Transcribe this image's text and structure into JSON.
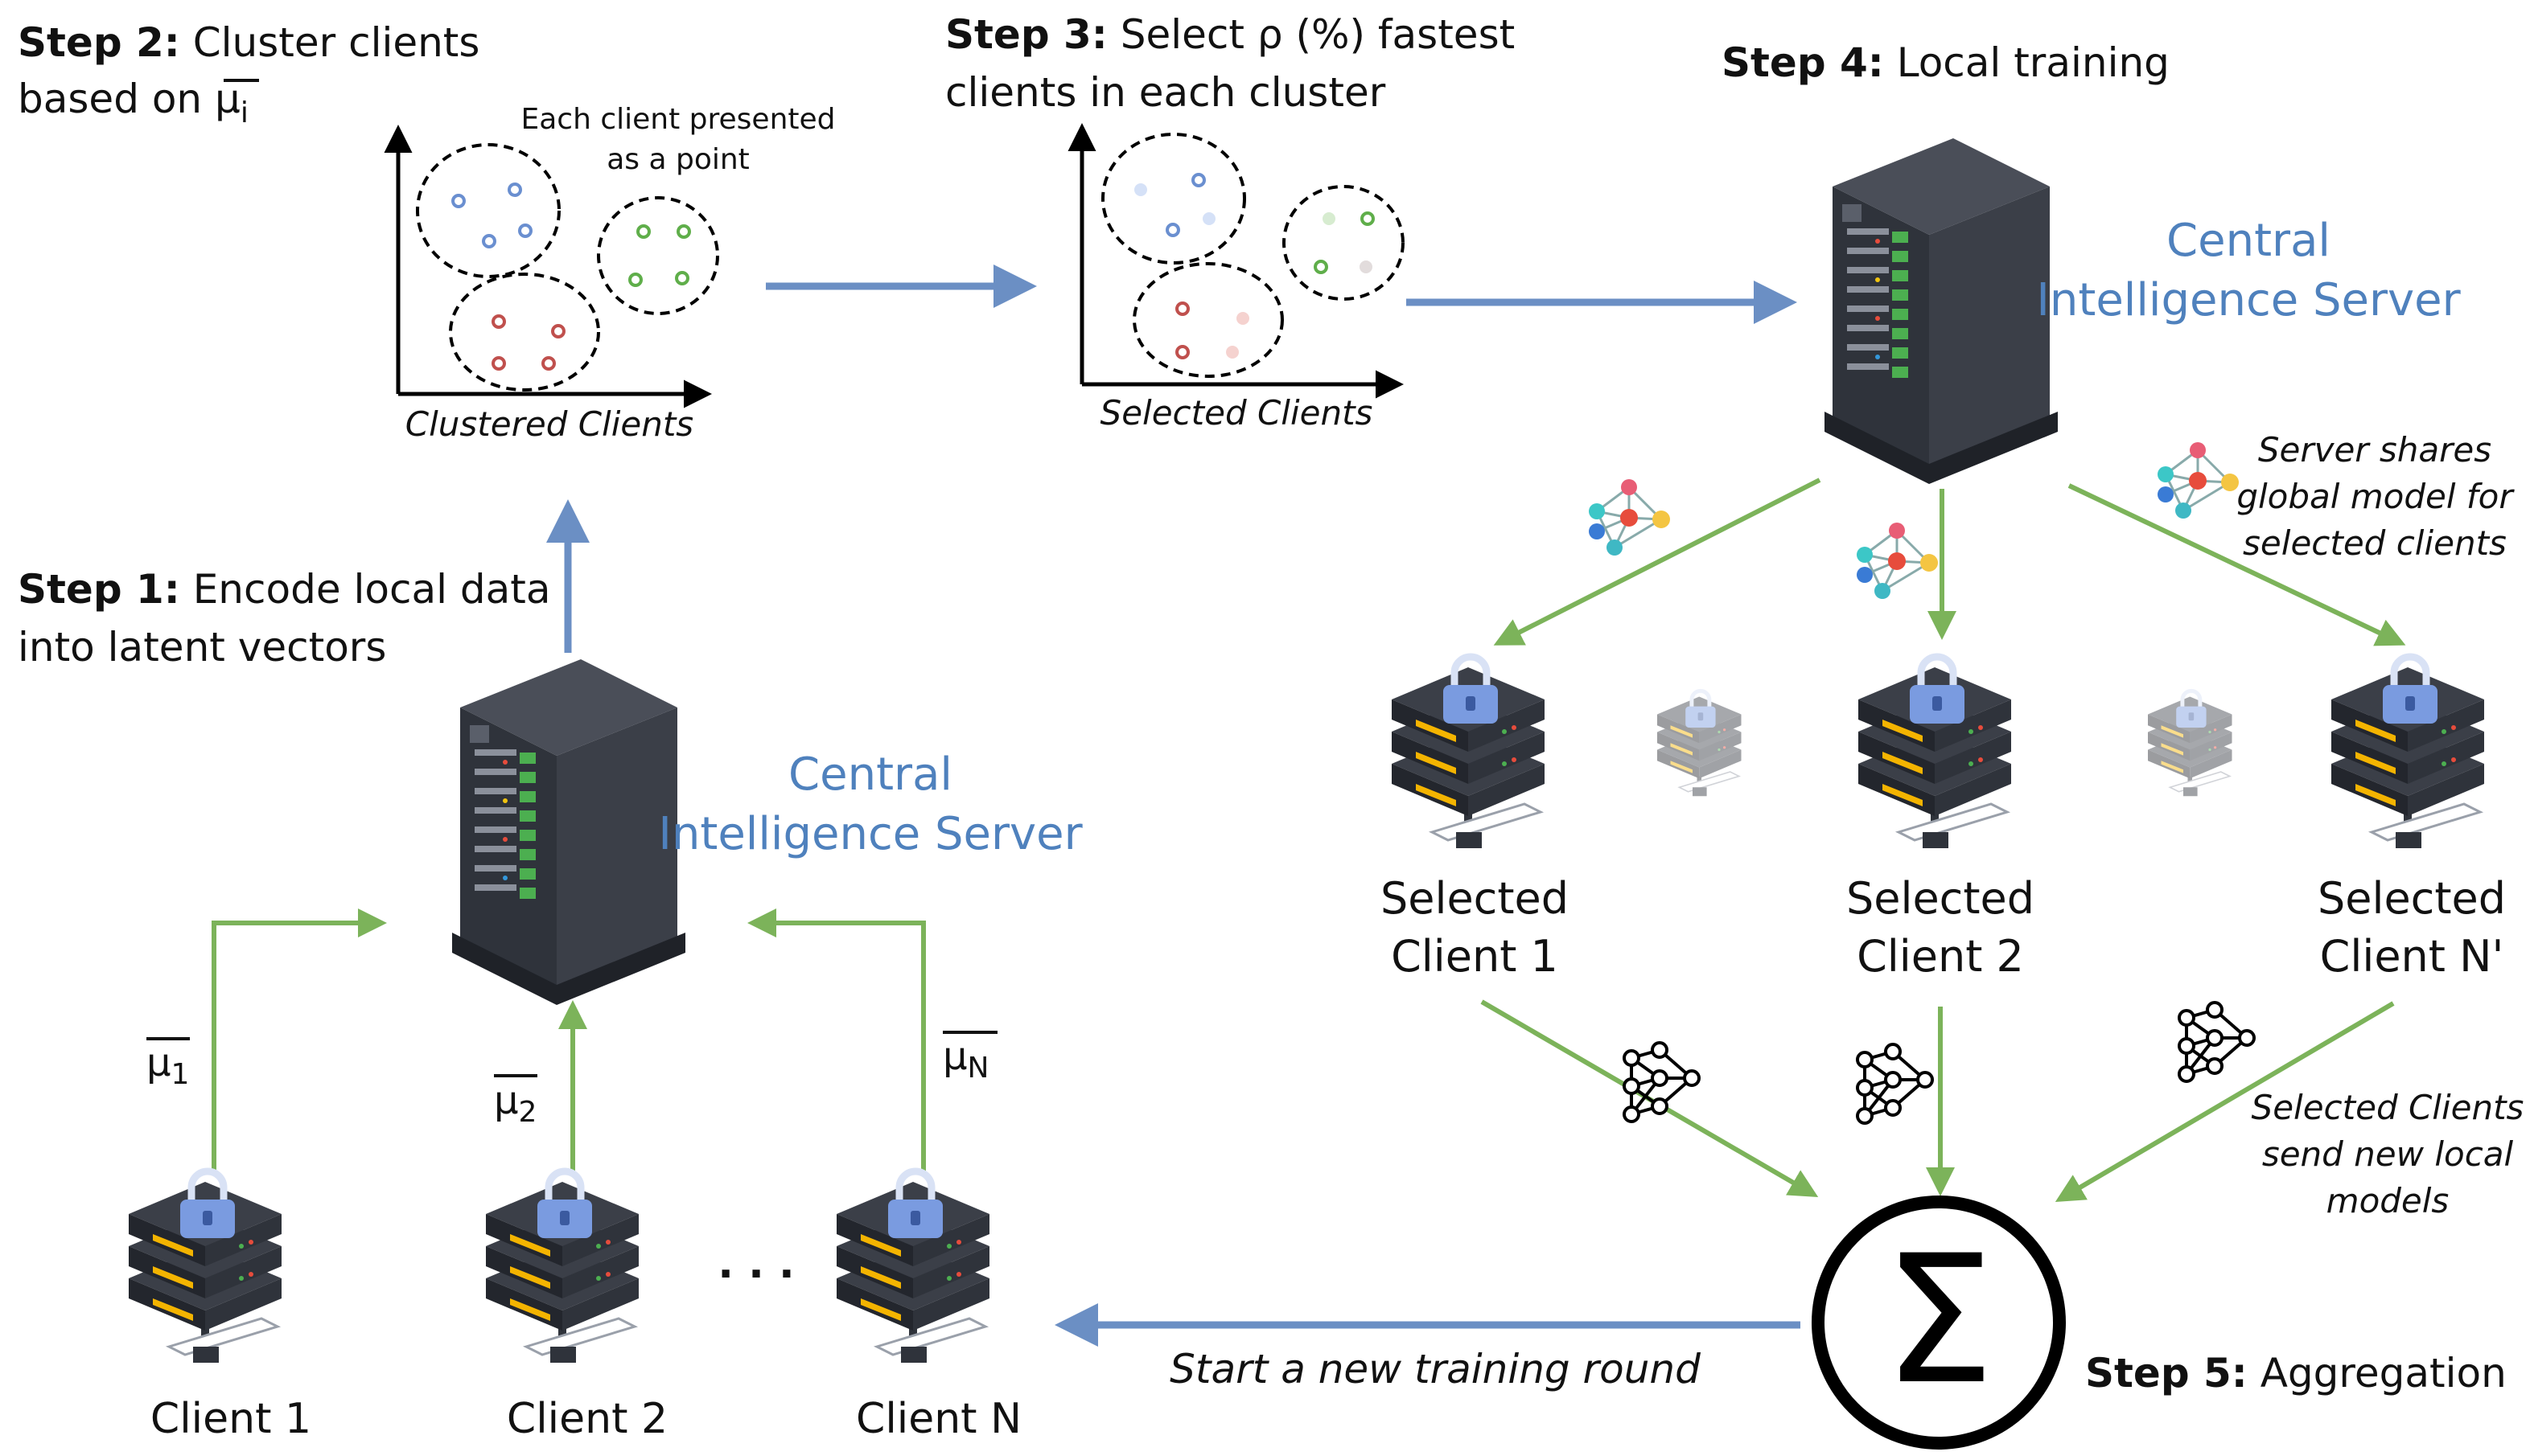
{
  "steps": {
    "step1": {
      "bold": "Step 1:",
      "line1": "Encode local data",
      "line2": "into latent vectors"
    },
    "step2": {
      "bold": "Step 2:",
      "line1": "Cluster clients",
      "line2_prefix": "based on ",
      "mu_subscript": "i"
    },
    "step3": {
      "bold": "Step 3:",
      "line1": "Select ρ (%) fastest",
      "line2": "clients in each cluster"
    },
    "step4": {
      "bold": "Step 4:",
      "line1": "Local training"
    },
    "step5": {
      "bold": "Step 5:",
      "line1": "Aggregation"
    }
  },
  "server_label": {
    "line1": "Central",
    "line2": "Intelligence Server"
  },
  "cluster_plot": {
    "note_line1": "Each client presented",
    "note_line2": "as a point",
    "xlabel": "Clustered Clients"
  },
  "selected_plot": {
    "xlabel": "Selected Clients"
  },
  "clients": [
    {
      "label": "Client 1",
      "mu_sub": "1"
    },
    {
      "label": "Client 2",
      "mu_sub": "2"
    },
    {
      "label": "Client N",
      "mu_sub": "N"
    }
  ],
  "ellipsis": "· · ·",
  "mu_symbol": "μ",
  "selected_clients": [
    {
      "line1": "Selected",
      "line2": "Client 1"
    },
    {
      "line1": "Selected",
      "line2": "Client 2"
    },
    {
      "line1": "Selected",
      "line2": "Client N'"
    }
  ],
  "annotations": {
    "share": [
      "Server shares",
      "global model for",
      "selected clients"
    ],
    "send": [
      "Selected Clients",
      "send new local",
      "models"
    ],
    "new_round": "Start a new training round"
  },
  "sigma_symbol": "Σ",
  "colors": {
    "blue_arrow": "#6b8fc4",
    "green_arrow": "#7cb35a",
    "server_text": "#4f81bd",
    "cluster_blue": "#6a8fd0",
    "cluster_green": "#5fae4a",
    "cluster_red": "#c0504d"
  }
}
